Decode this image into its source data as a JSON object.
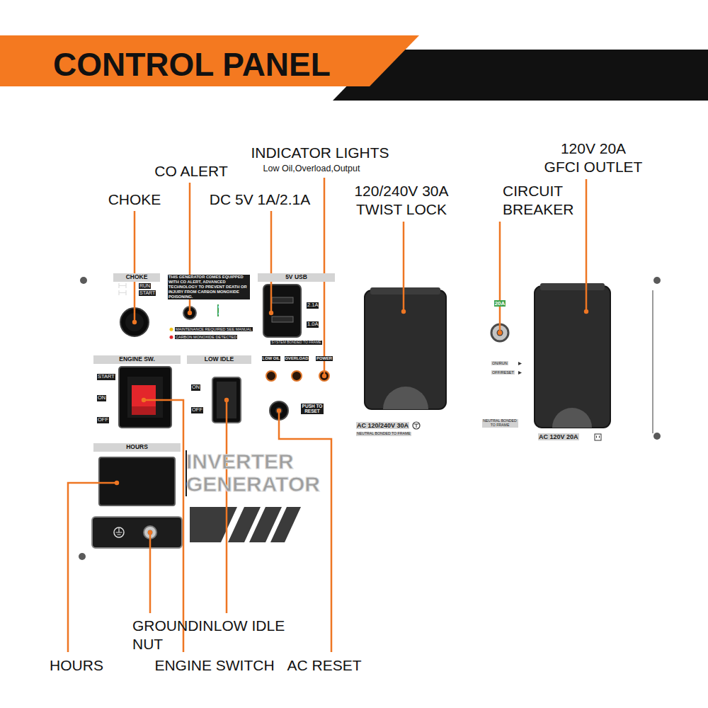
{
  "diagram": {
    "title": "CONTROL PANEL",
    "nodes": [
      {
        "text": [
          "INVERTER GENERATOR"
        ]
      },
      {
        "text": [
          "CHOKE",
          "RUN",
          "START"
        ],
        "in": 0
      },
      {
        "text": [
          "THIS GENERATOR COMES EQUIPPED WITH CO ALERT, ADVANCED TECHNOLOGY TO PREVENT DEATH OR INJURY FROM CARBON MONOXIDE POISONING.",
          "MAINTENANCE REQUIRED SEE MANUAL",
          "CARBON MONOXIDE DETECTED"
        ],
        "in": 0
      },
      {
        "text": [
          "CO ALERT"
        ],
        "in": 2
      },
      {
        "text": [
          "5V USB",
          "2.1A",
          "1.0A",
          "SYSTEM BONDED TO FRAME"
        ],
        "in": 0
      },
      {
        "text": [
          "LOW OIL",
          "OVERLOAD",
          "POWER"
        ],
        "in": 0
      },
      {
        "text": [
          "ENGINE SW.",
          "START",
          "ON",
          "OFF"
        ],
        "in": 0
      },
      {
        "text": [
          "LOW IDLE",
          "ON",
          "OFF"
        ],
        "in": 0
      },
      {
        "text": [
          "PUSH TO RESET"
        ],
        "in": 0
      },
      {
        "text": [
          "HOURS"
        ],
        "in": 0
      },
      {
        "text": [
          "AC 120/240V 30A",
          "NEUTRAL BONDED TO FRAME",
          "ON/RUN",
          "OFF/RESET",
          "NEUTRAL BONDED TO FRAME",
          "AC 120V 20A"
        ],
        "in": 0
      },
      {
        "text": [
          "20A"
        ],
        "in": 10
      }
    ],
    "labels": [
      "CHOKE",
      "CO ALERT",
      "INDICATOR LIGHTS",
      "Low Oil,Overload,Output",
      "DC 5V 1A/2.1A",
      "120/240V 30A TWIST LOCK",
      "CIRCUIT BREAKER",
      "120V 20A GFCI OUTLET",
      "GROUNDING NUT",
      "LOW IDLE",
      "HOURS",
      "ENGINE SWITCH",
      "AC RESET"
    ]
  }
}
